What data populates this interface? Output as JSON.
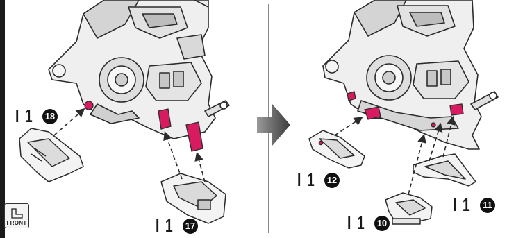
{
  "colors": {
    "accent": "#d81b60",
    "line": "#2b2b2b",
    "part_fill": "#f2f2f2",
    "shade": "#c9c9c9"
  },
  "icons": {
    "direction": "arrow-right-icon",
    "orientation": "front-icon"
  },
  "left_step": {
    "callouts": [
      {
        "code": "I 1",
        "number": "18"
      },
      {
        "code": "I 1",
        "number": "17"
      }
    ]
  },
  "right_step": {
    "callouts": [
      {
        "code": "I 1",
        "number": "12"
      },
      {
        "code": "I 1",
        "number": "11"
      },
      {
        "code": "I 1",
        "number": "10"
      }
    ]
  },
  "front_badge": {
    "label": "FRONT"
  }
}
